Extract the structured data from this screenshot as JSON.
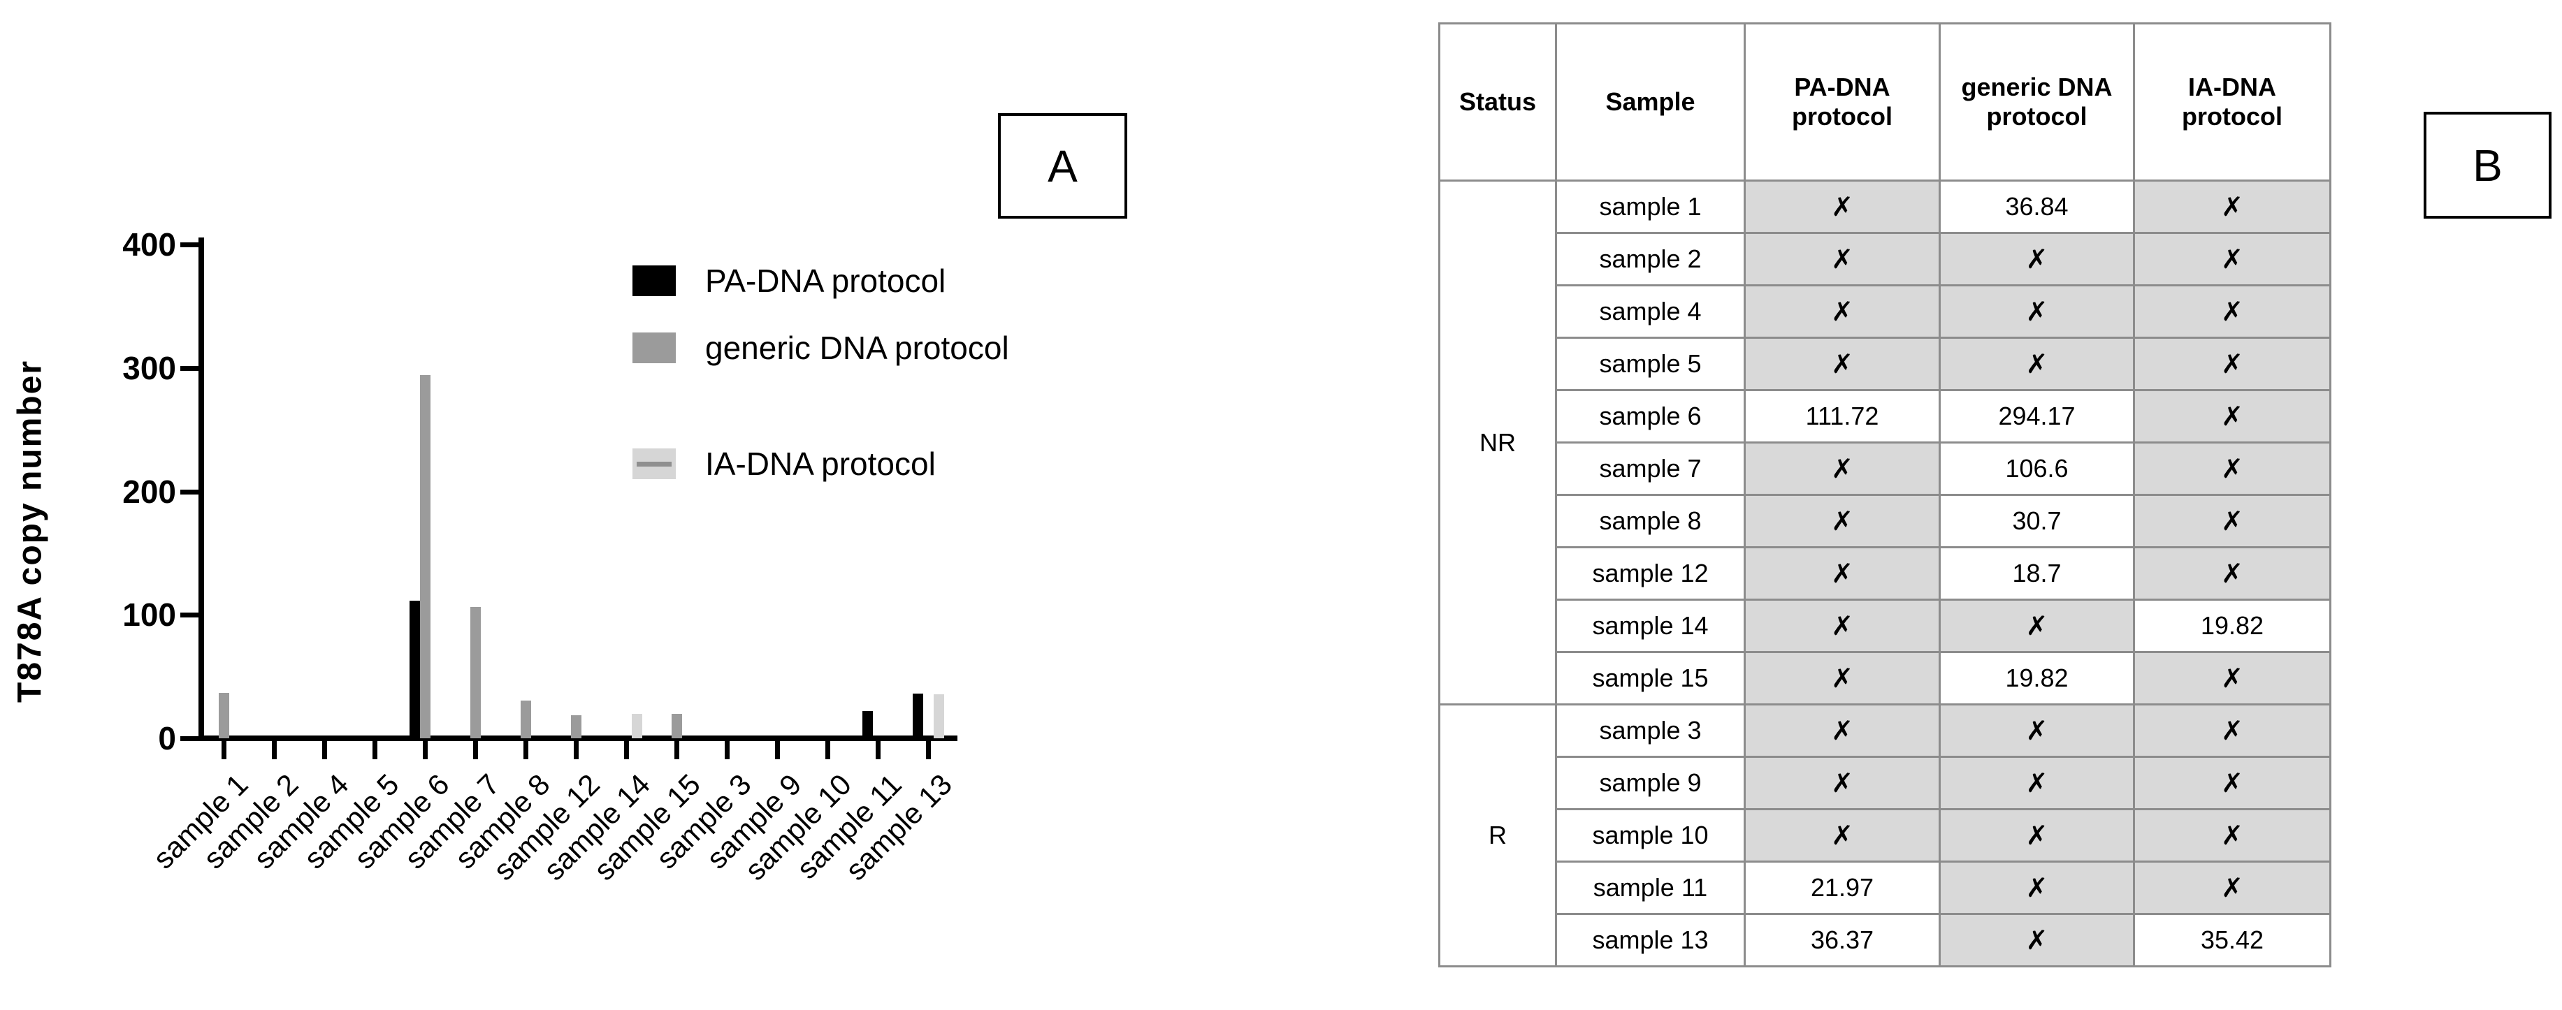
{
  "figure": {
    "panel_a_label": "A",
    "panel_b_label": "B"
  },
  "chart_data": {
    "type": "bar",
    "title": "",
    "xlabel": "",
    "ylabel": "T878A copy number",
    "ylim": [
      0,
      400
    ],
    "yticks": [
      0,
      100,
      200,
      300,
      400
    ],
    "grid": false,
    "legend_position": "upper right",
    "categories": [
      "sample 1",
      "sample 2",
      "sample 4",
      "sample 5",
      "sample 6",
      "sample 7",
      "sample 8",
      "sample 12",
      "sample 14",
      "sample 15",
      "sample 3",
      "sample 9",
      "sample 10",
      "sample 11",
      "sample 13"
    ],
    "series": [
      {
        "name": "PA-DNA protocol",
        "color": "#000000",
        "swatch": "solid",
        "values": [
          null,
          null,
          null,
          null,
          111.72,
          null,
          null,
          null,
          null,
          null,
          null,
          null,
          null,
          21.97,
          36.37
        ]
      },
      {
        "name": "generic DNA protocol",
        "color": "#9b9b9b",
        "swatch": "solid",
        "values": [
          36.84,
          null,
          null,
          null,
          294.17,
          106.6,
          30.7,
          18.7,
          null,
          19.82,
          null,
          null,
          null,
          null,
          null
        ]
      },
      {
        "name": "IA-DNA protocol",
        "color": "#d6d6d6",
        "swatch": "line",
        "swatch_line_color": "#8f8f8f",
        "values": [
          null,
          null,
          null,
          null,
          null,
          null,
          null,
          null,
          19.82,
          null,
          null,
          null,
          null,
          null,
          35.42
        ]
      }
    ]
  },
  "table": {
    "headers": [
      "Status",
      "Sample",
      "PA-DNA protocol",
      "generic DNA protocol",
      "IA-DNA protocol"
    ],
    "missing_mark": "✗",
    "shade_color": "#d9d9d9",
    "groups": [
      {
        "status": "NR",
        "rows": [
          {
            "sample": "sample 1",
            "cells": [
              null,
              "36.84",
              null
            ]
          },
          {
            "sample": "sample 2",
            "cells": [
              null,
              null,
              null
            ]
          },
          {
            "sample": "sample 4",
            "cells": [
              null,
              null,
              null
            ]
          },
          {
            "sample": "sample 5",
            "cells": [
              null,
              null,
              null
            ]
          },
          {
            "sample": "sample 6",
            "cells": [
              "111.72",
              "294.17",
              null
            ]
          },
          {
            "sample": "sample 7",
            "cells": [
              null,
              "106.6",
              null
            ]
          },
          {
            "sample": "sample 8",
            "cells": [
              null,
              "30.7",
              null
            ]
          },
          {
            "sample": "sample 12",
            "cells": [
              null,
              "18.7",
              null
            ]
          },
          {
            "sample": "sample 14",
            "cells": [
              null,
              null,
              "19.82"
            ]
          },
          {
            "sample": "sample 15",
            "cells": [
              null,
              "19.82",
              null
            ]
          }
        ]
      },
      {
        "status": "R",
        "rows": [
          {
            "sample": "sample 3",
            "cells": [
              null,
              null,
              null
            ]
          },
          {
            "sample": "sample 9",
            "cells": [
              null,
              null,
              null
            ]
          },
          {
            "sample": "sample 10",
            "cells": [
              null,
              null,
              null
            ]
          },
          {
            "sample": "sample 11",
            "cells": [
              "21.97",
              null,
              null
            ]
          },
          {
            "sample": "sample 13",
            "cells": [
              "36.37",
              null,
              "35.42"
            ]
          }
        ]
      }
    ]
  }
}
